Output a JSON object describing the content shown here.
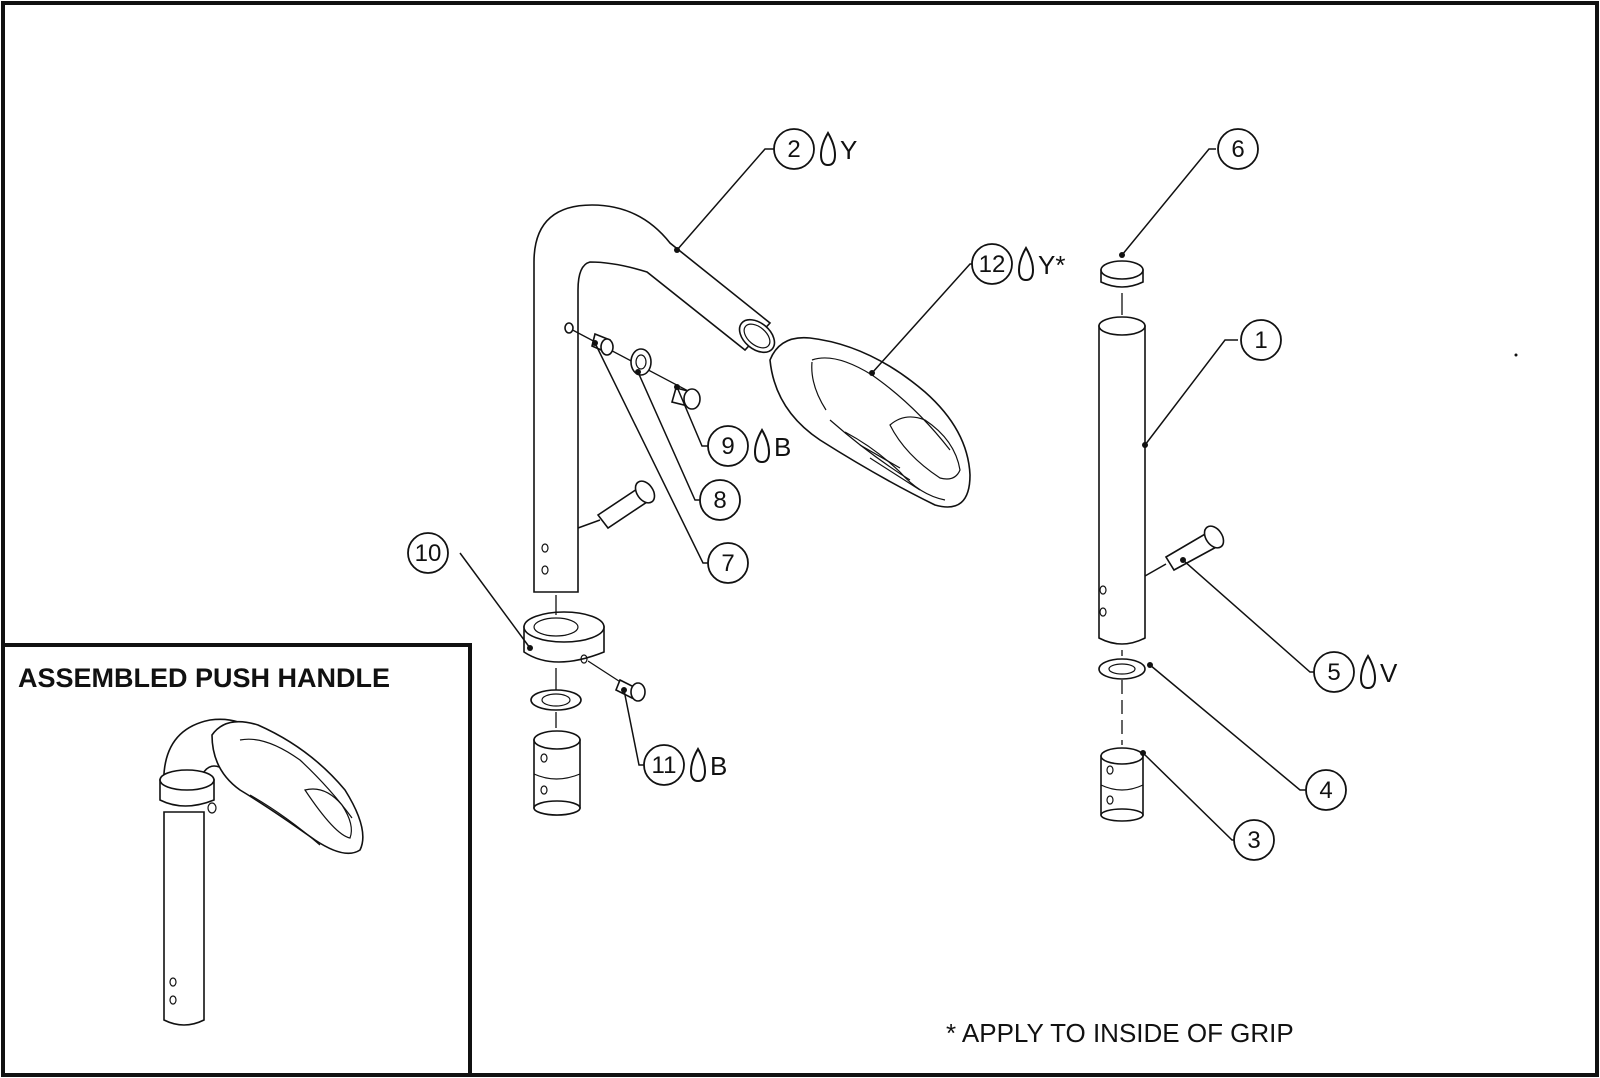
{
  "diagram": {
    "callouts": [
      {
        "number": "1",
        "suffix": ""
      },
      {
        "number": "2",
        "suffix": "Y",
        "adhesive_icon": "drop-icon"
      },
      {
        "number": "3",
        "suffix": ""
      },
      {
        "number": "4",
        "suffix": ""
      },
      {
        "number": "5",
        "suffix": "V",
        "adhesive_icon": "drop-icon"
      },
      {
        "number": "6",
        "suffix": ""
      },
      {
        "number": "7",
        "suffix": ""
      },
      {
        "number": "8",
        "suffix": ""
      },
      {
        "number": "9",
        "suffix": "B",
        "adhesive_icon": "drop-icon"
      },
      {
        "number": "10",
        "suffix": ""
      },
      {
        "number": "11",
        "suffix": "B",
        "adhesive_icon": "drop-icon"
      },
      {
        "number": "12",
        "suffix": "Y*",
        "adhesive_icon": "drop-icon"
      }
    ],
    "inset": {
      "title": "ASSEMBLED PUSH HANDLE"
    },
    "note": "* APPLY TO INSIDE OF GRIP"
  }
}
